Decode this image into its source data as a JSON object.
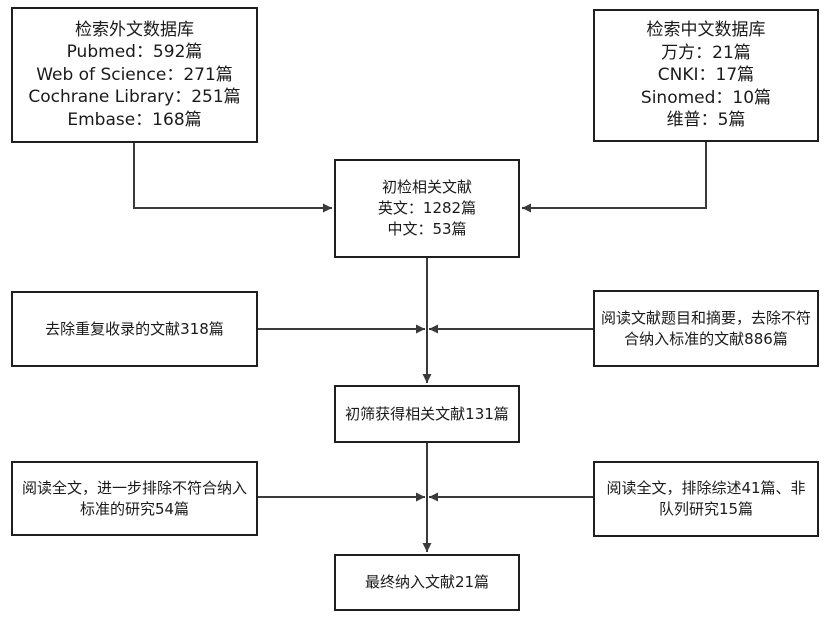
{
  "boxes": {
    "foreign_db": {
      "lines": [
        "检索外文数据库",
        "Pubmed：592篇",
        "Web of Science：271篇",
        "Cochrane Library：251篇",
        "Embase：168篇"
      ]
    },
    "chinese_db": {
      "lines": [
        "检索中文数据库",
        "万方：21篇",
        "CNKI：17篇",
        "Sinomed：10篇",
        "维普：5篇"
      ]
    },
    "initial": {
      "lines": [
        "初检相关文献",
        "英文：1282篇",
        "中文：53篇"
      ]
    },
    "dedup": {
      "text": "去除重复收录的文献318篇"
    },
    "title_abstract": {
      "text": "阅读文献题目和摘要，去除不符合纳入标准的文献886篇"
    },
    "screened": {
      "text": "初筛获得相关文献131篇"
    },
    "fulltext_left": {
      "text": "阅读全文，进一步排除不符合纳入标准的研究54篇"
    },
    "fulltext_right": {
      "text": "阅读全文，排除综述41篇、非队列研究15篇"
    },
    "final": {
      "text": "最终纳入文献21篇"
    }
  },
  "colors": {
    "line": "#3a3a3a",
    "border": "#1f1f1f",
    "text": "#1a1a1a",
    "background": "#ffffff"
  }
}
